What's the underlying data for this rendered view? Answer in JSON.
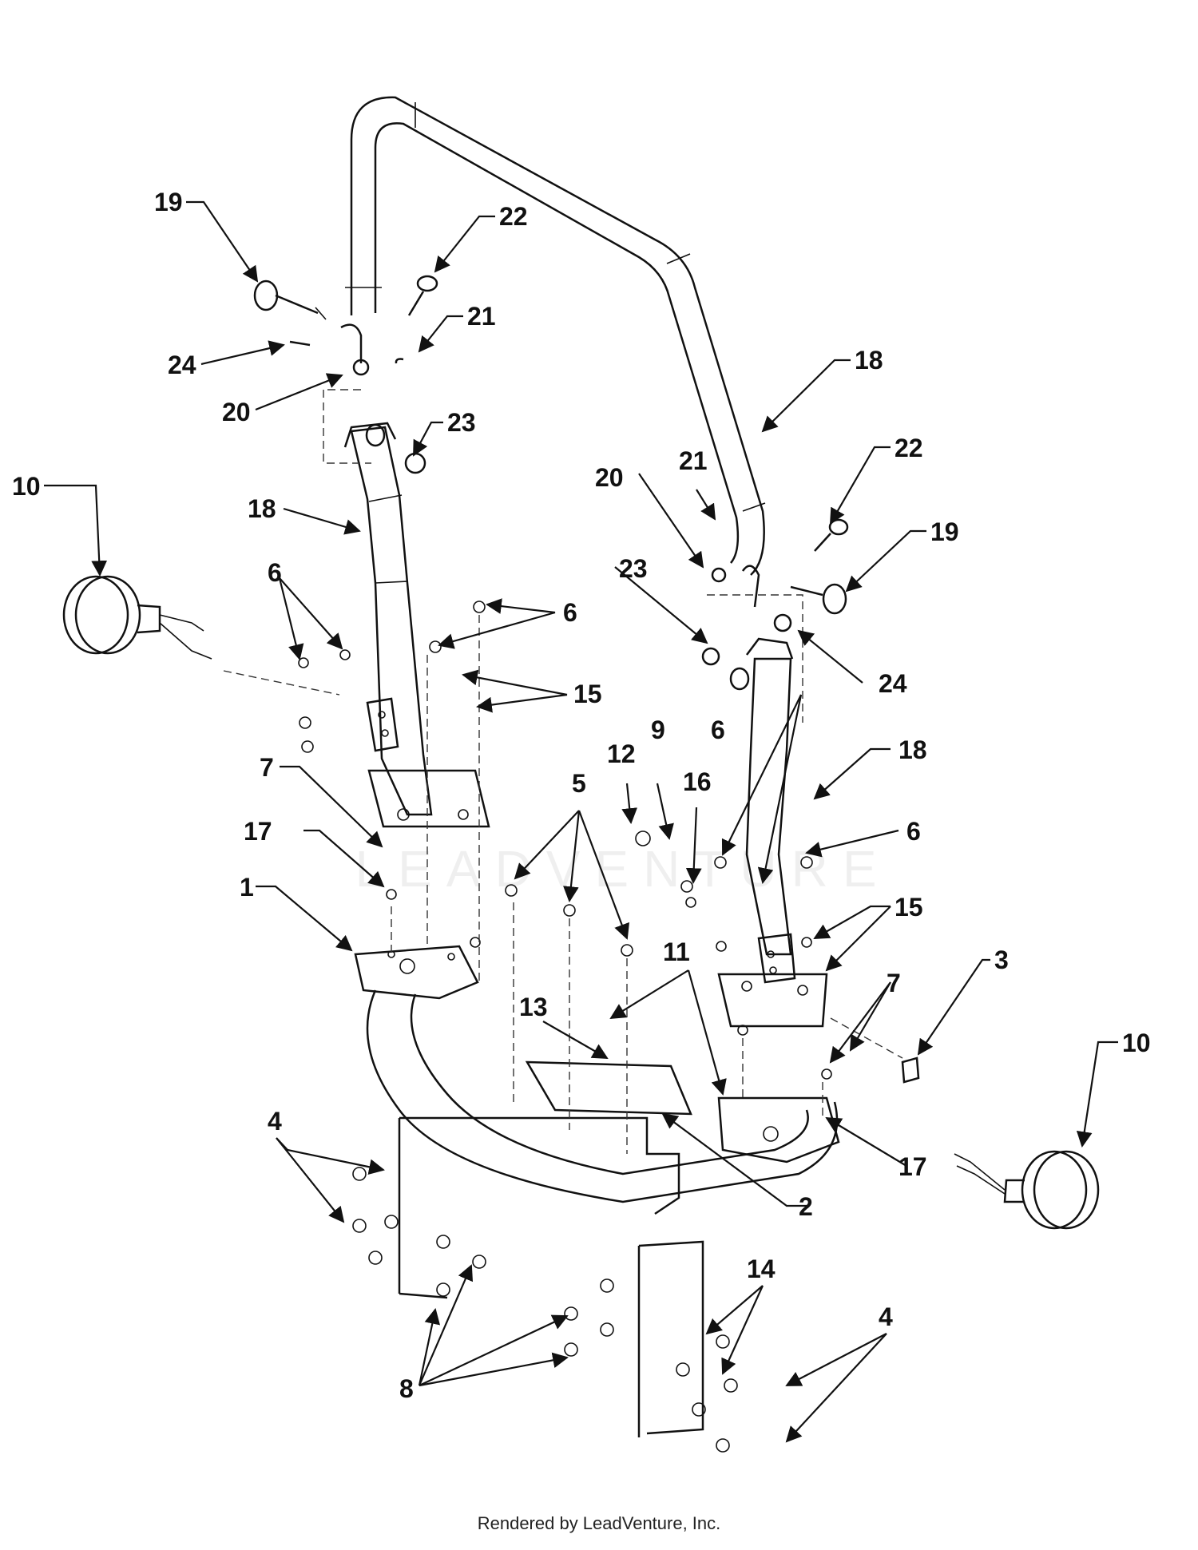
{
  "diagram": {
    "callouts": [
      {
        "id": "c19a",
        "label": "19"
      },
      {
        "id": "c22a",
        "label": "22"
      },
      {
        "id": "c21a",
        "label": "21"
      },
      {
        "id": "c24a",
        "label": "24"
      },
      {
        "id": "c20a",
        "label": "20"
      },
      {
        "id": "c23a",
        "label": "23"
      },
      {
        "id": "c18a",
        "label": "18"
      },
      {
        "id": "c18b",
        "label": "18"
      },
      {
        "id": "c22b",
        "label": "22"
      },
      {
        "id": "c21b",
        "label": "21"
      },
      {
        "id": "c20b",
        "label": "20"
      },
      {
        "id": "c19b",
        "label": "19"
      },
      {
        "id": "c23b",
        "label": "23"
      },
      {
        "id": "c24b",
        "label": "24"
      },
      {
        "id": "c10a",
        "label": "10"
      },
      {
        "id": "c6a",
        "label": "6"
      },
      {
        "id": "c6b",
        "label": "6"
      },
      {
        "id": "c15a",
        "label": "15"
      },
      {
        "id": "c18c",
        "label": "18"
      },
      {
        "id": "c9",
        "label": "9"
      },
      {
        "id": "c12",
        "label": "12"
      },
      {
        "id": "c16",
        "label": "16"
      },
      {
        "id": "c6c",
        "label": "6"
      },
      {
        "id": "c6d",
        "label": "6"
      },
      {
        "id": "c5",
        "label": "5"
      },
      {
        "id": "c7a",
        "label": "7"
      },
      {
        "id": "c17a",
        "label": "17"
      },
      {
        "id": "c1",
        "label": "1"
      },
      {
        "id": "c15b",
        "label": "15"
      },
      {
        "id": "c3",
        "label": "3"
      },
      {
        "id": "c7b",
        "label": "7"
      },
      {
        "id": "c10b",
        "label": "10"
      },
      {
        "id": "c11",
        "label": "11"
      },
      {
        "id": "c13",
        "label": "13"
      },
      {
        "id": "c17b",
        "label": "17"
      },
      {
        "id": "c2",
        "label": "2"
      },
      {
        "id": "c4a",
        "label": "4"
      },
      {
        "id": "c14",
        "label": "14"
      },
      {
        "id": "c4b",
        "label": "4"
      },
      {
        "id": "c8",
        "label": "8"
      }
    ],
    "watermark": "LEADVENTURE",
    "footer": "Rendered by LeadVenture, Inc."
  }
}
